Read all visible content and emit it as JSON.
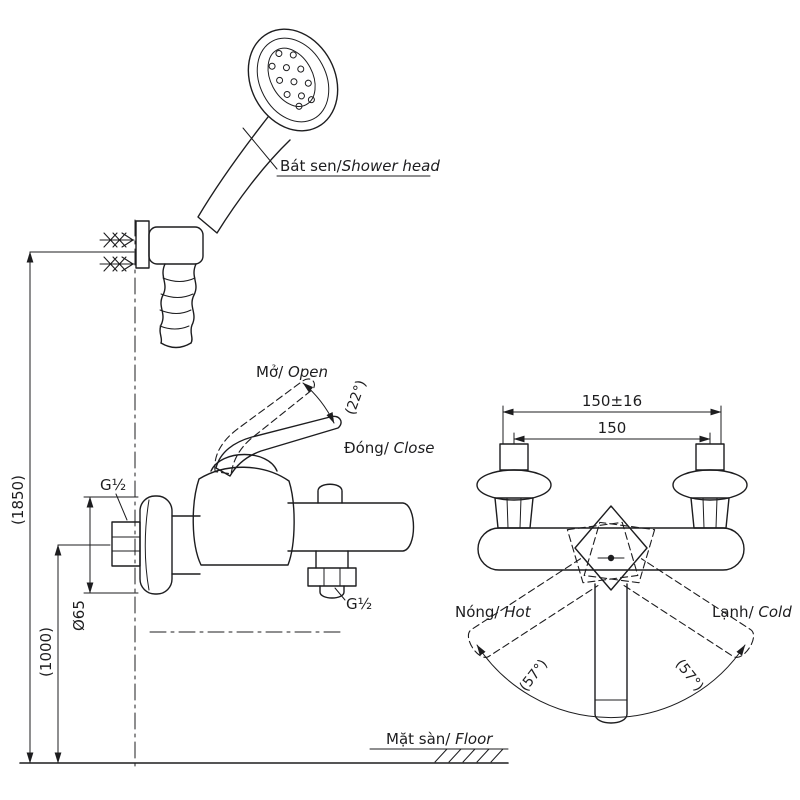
{
  "colors": {
    "line": "#1d1d1f",
    "background": "#ffffff"
  },
  "side_view": {
    "shower_head": {
      "vi": "Bát sen/",
      "en": "Shower head"
    },
    "open": {
      "vi": "Mở/",
      "en": " Open"
    },
    "open_angle": "(22°)",
    "close": {
      "vi": "Đóng/",
      "en": " Close"
    },
    "inlet_thread": "G½",
    "outlet_thread": "G½",
    "flange_diameter": "Ø65",
    "height_total": "(1850)",
    "height_spout": "(1000)",
    "floor": {
      "vi": "Mặt sàn/",
      "en": " Floor"
    }
  },
  "front_view": {
    "width_tolerance": "150±16",
    "width_centers": "150",
    "hot": {
      "vi": "Nóng/",
      "en": " Hot"
    },
    "cold": {
      "vi": "Lạnh/",
      "en": " Cold"
    },
    "swing_left": "(57°)",
    "swing_right": "(57°)"
  }
}
